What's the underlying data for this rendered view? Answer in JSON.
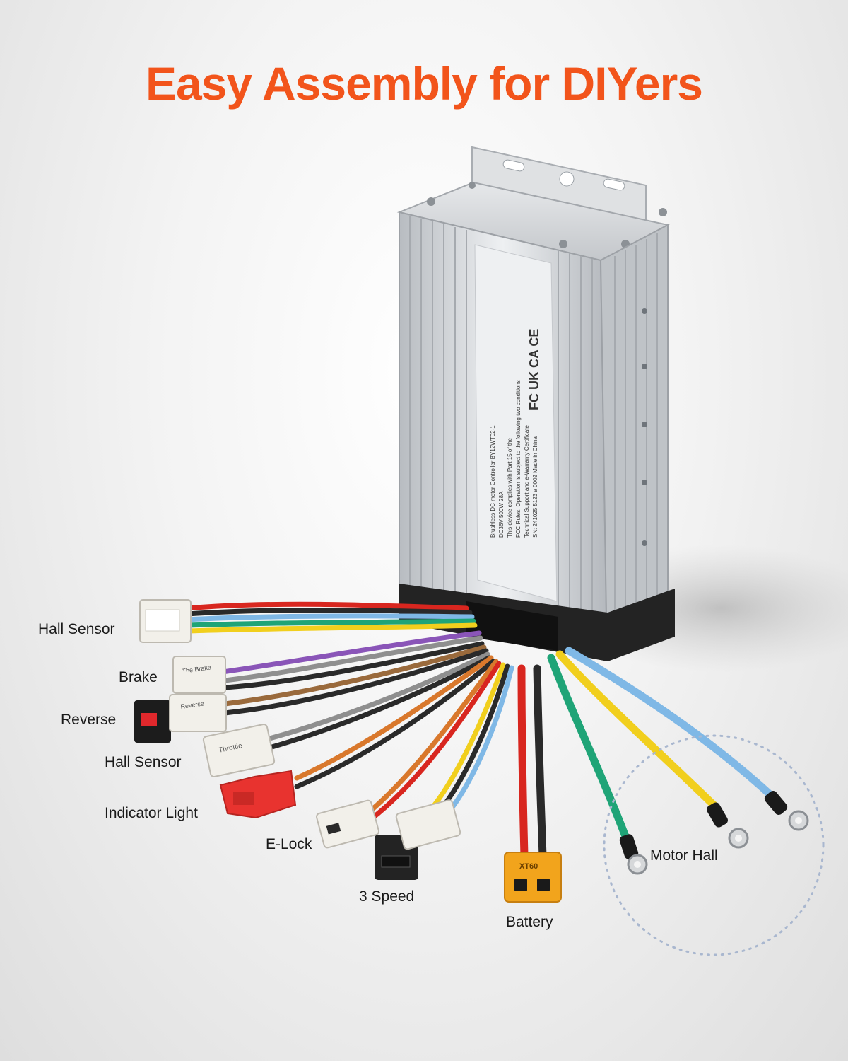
{
  "title": "Easy Assembly for DIYers",
  "colors": {
    "title": "#f2541b",
    "housing": "#c9ccd0",
    "red": "#d8261f",
    "black": "#2a2a2a",
    "green": "#1fa477",
    "yellow": "#f1cf1d",
    "blue": "#7fb8e6",
    "orange": "#d9782c",
    "purple": "#8a55b8",
    "gray": "#8f8f8f",
    "brown": "#9a6a3c"
  },
  "labels": {
    "hall_sensor_1": "Hall Sensor",
    "brake": "Brake",
    "reverse": "Reverse",
    "hall_sensor_2": "Hall Sensor",
    "indicator_light": "Indicator Light",
    "e_lock": "E-Lock",
    "three_speed": "3 Speed",
    "battery": "Battery",
    "motor_hall": "Motor Hall"
  },
  "plate": {
    "line1": "Brushless DC motor Controller   BY12WT02-1",
    "line2": "DC36V   500W   28A",
    "line3": "This device complies with Part 15 of the",
    "line4": "FCC Rules. Operation is subject to the following two conditions",
    "line5": "Technical Support and e-Warranty Certificate",
    "line6": "SN: 241025  5123  a  0002      Made in China",
    "marks": "FC UK CA CE"
  },
  "connector_tags": {
    "brake_tag": "The Brake",
    "reverse_tag": "Reverse",
    "throttle_tag": "Throttle",
    "battery_tag": "XT60"
  }
}
